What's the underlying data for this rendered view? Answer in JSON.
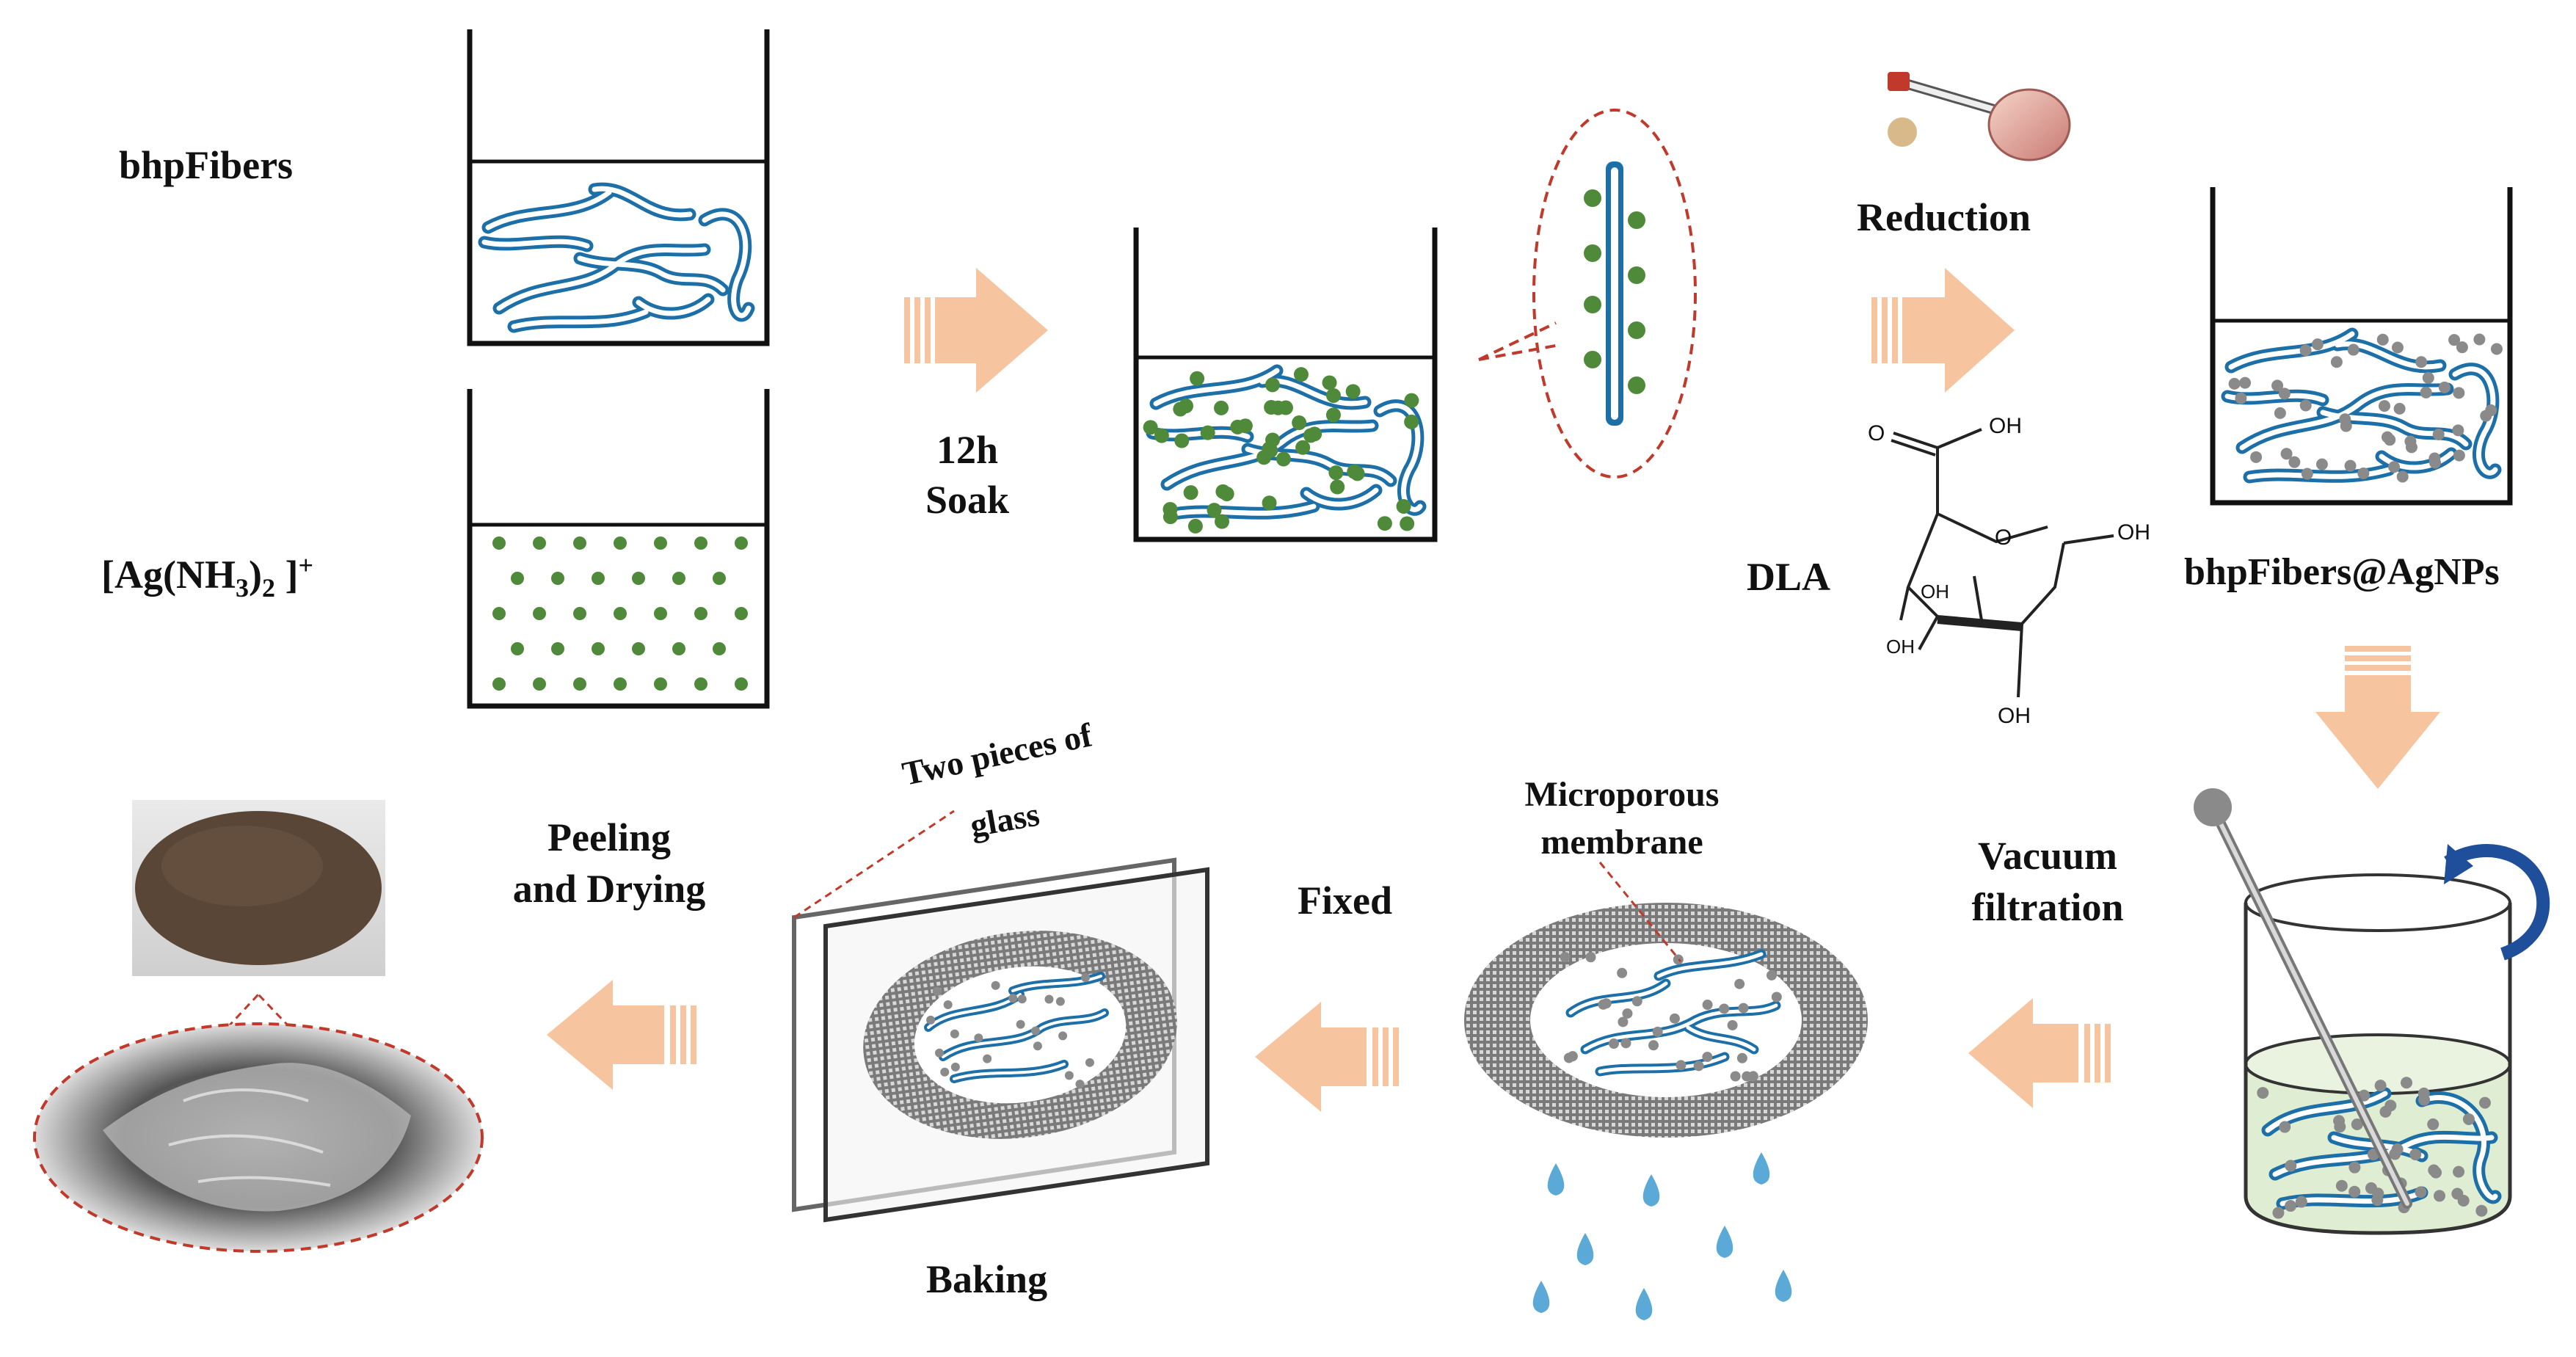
{
  "labels": {
    "bhp_fibers": "bhpFibers",
    "ag_ion_a": "[Ag(NH",
    "ag_ion_sub3": "3",
    "ag_ion_b": ")",
    "ag_ion_sub2": "2",
    "ag_ion_c": " ]",
    "ag_ion_sup": "+",
    "soak_time": "12h",
    "soak": "Soak",
    "reduction": "Reduction",
    "dla": "DLA",
    "product": "bhpFibers@AgNPs",
    "vacuum": "Vacuum",
    "filtration": "filtration",
    "microporous": "Microporous",
    "membrane": "membrane",
    "fixed": "Fixed",
    "two_pieces": "Two pieces of",
    "glass": "glass",
    "baking": "Baking",
    "peeling": "Peeling",
    "and_drying": "and Drying"
  },
  "molecule": {
    "oh": "OH",
    "o": "O"
  },
  "colors": {
    "fiber": "#2f8fd0",
    "ag_dot": "#4e8a3a",
    "np_dot": "#8a8a8a",
    "arrow": "#f7c4a0",
    "dashed": "#c0392b",
    "solution": "#dfeed3",
    "droplet": "#5aa9d6",
    "stir_arrow": "#1f4f9a"
  }
}
